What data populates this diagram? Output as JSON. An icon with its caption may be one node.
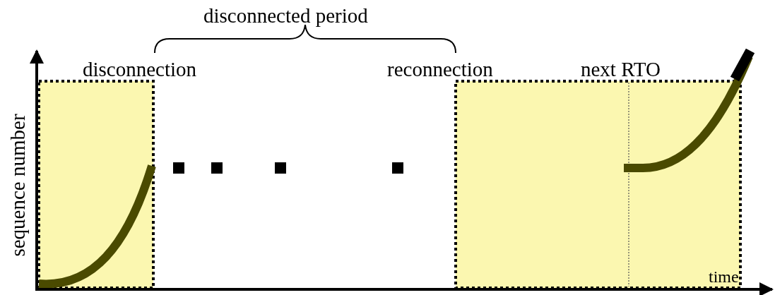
{
  "diagram": {
    "labels": [
      "disconnected period",
      "disconnection",
      "reconnection",
      "next RTO",
      "sequence number",
      "time"
    ]
  }
}
